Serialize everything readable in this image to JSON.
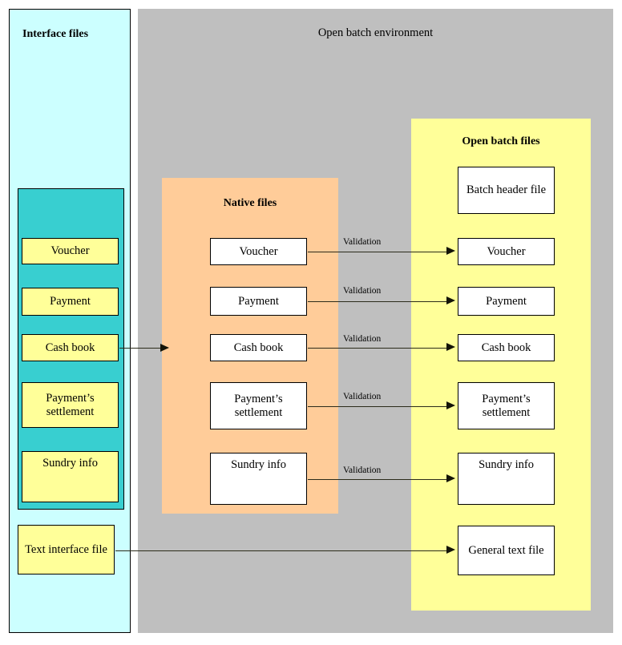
{
  "diagram": {
    "title": "Open batch environment",
    "panels": {
      "interface": {
        "title": "Interface files"
      },
      "environment": {
        "title": "Open batch environment"
      },
      "native": {
        "title": "Native files"
      },
      "openbatch": {
        "title": "Open batch files"
      }
    }
  },
  "interface_files": [
    {
      "label": "Voucher"
    },
    {
      "label": "Payment"
    },
    {
      "label": "Cash book"
    },
    {
      "label": "Payment’s settlement"
    },
    {
      "label": "Sundry info"
    }
  ],
  "interface_text_file": {
    "label": "Text interface file"
  },
  "native_files": [
    {
      "label": "Voucher"
    },
    {
      "label": "Payment"
    },
    {
      "label": "Cash book"
    },
    {
      "label": "Payment’s settlement"
    },
    {
      "label": "Sundry info"
    }
  ],
  "open_batch_files": [
    {
      "label": "Batch header file"
    },
    {
      "label": "Voucher"
    },
    {
      "label": "Payment"
    },
    {
      "label": "Cash book"
    },
    {
      "label": "Payment’s settlement"
    },
    {
      "label": "Sundry info"
    },
    {
      "label": "General text file"
    }
  ],
  "arrow_labels": {
    "validation": "Validation",
    "validation_list": [
      "Validation",
      "Validation",
      "Validation",
      "Validation",
      "Validation"
    ]
  },
  "colors": {
    "interface_panel": "#ccffff",
    "environment_panel": "#bfbfbf",
    "teal_group": "#38cfd0",
    "native_panel": "#ffcc99",
    "openbatch_panel": "#ffff99",
    "node_yellow": "#ffff99",
    "node_white": "#ffffff",
    "border": "#000000",
    "arrow": "#141408"
  }
}
